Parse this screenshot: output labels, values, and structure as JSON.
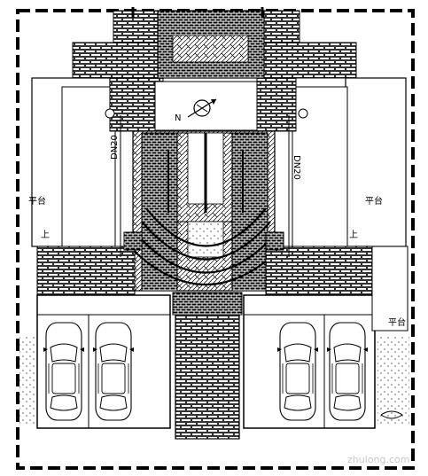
{
  "drawing": {
    "labels": {
      "platform": "平台",
      "up": "上",
      "pipe_dn20": "DN20",
      "north": "N"
    },
    "watermark": "zhulong.com"
  }
}
